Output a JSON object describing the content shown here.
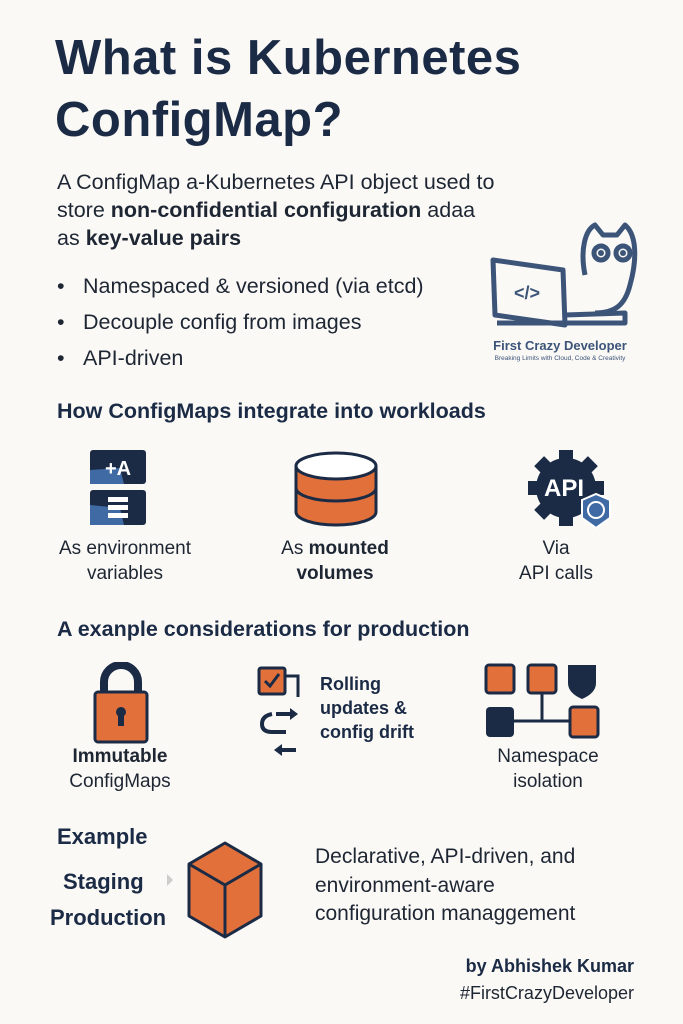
{
  "title": {
    "line1": "What is Kubernetes",
    "line2": "ConfigMap?"
  },
  "intro": {
    "l1": "A ConfigMap a-Kubernetes API object used to",
    "l2a": "store ",
    "l2b": "non-confidential configuration",
    "l2c": " adaa",
    "l3a": "as ",
    "l3b": "key-value pairs"
  },
  "bullets": [
    "Namespaced & versioned (via etcd)",
    "Decouple config from images",
    "API-driven"
  ],
  "logo": {
    "name": "First Crazy Developer",
    "tagline": "Breaking Limits with Cloud, Code & Creativity",
    "code_glyph": "</>"
  },
  "integrate": {
    "heading": "How ConfigMaps integrate into workloads",
    "env": {
      "l1": "As environment",
      "l2": "variables",
      "icon_text": "+A"
    },
    "vol": {
      "pre": "As ",
      "l1b": "mounted",
      "l2": "volumes"
    },
    "api": {
      "l1": "Via",
      "l2": "API calls",
      "icon_text": "API"
    }
  },
  "production": {
    "heading": "A exanple considerations for production",
    "immutable": {
      "l1": "Immutable",
      "l2": "ConfigMaps"
    },
    "rolling": {
      "l1": "Rolling",
      "l2": "updates &",
      "l3": "config drift"
    },
    "namespace": {
      "l1": "Namespace",
      "l2": "isolation"
    }
  },
  "example": {
    "heading": "Example",
    "staging": "Staging",
    "production": "Production"
  },
  "summary": {
    "l1": "Declarative, API-driven, and",
    "l2": "environment-aware",
    "l3": "configuration managgement"
  },
  "footer": {
    "author": "by Abhishek Kumar",
    "hashtag": "#FirstCrazyDeveloper"
  },
  "colors": {
    "navy": "#1b2b45",
    "orange": "#e2703a",
    "blue": "#3f6aa3",
    "background": "#faf9f6"
  }
}
